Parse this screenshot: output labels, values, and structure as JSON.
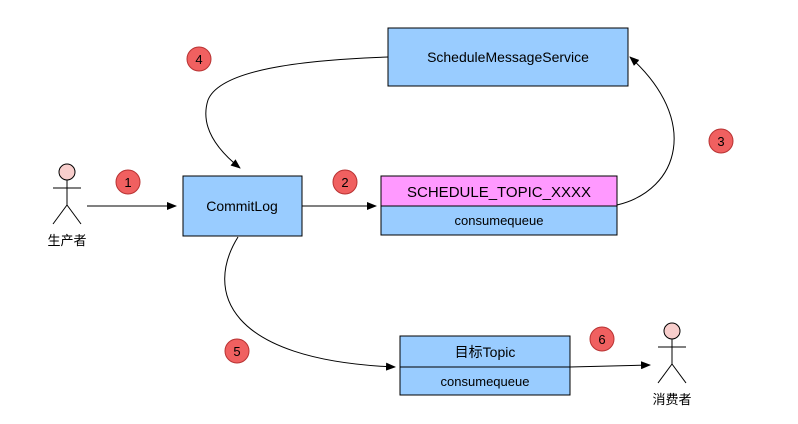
{
  "nodes": {
    "producer": {
      "label": "生产者"
    },
    "consumer": {
      "label": "消费者"
    },
    "commitlog": {
      "label": "CommitLog"
    },
    "schedule_service": {
      "label": "ScheduleMessageService"
    },
    "schedule_topic": {
      "label": "SCHEDULE_TOPIC_XXXX",
      "sub_label": "consumequeue"
    },
    "target_topic": {
      "label": "目标Topic",
      "sub_label": "consumequeue"
    }
  },
  "steps": [
    "1",
    "2",
    "3",
    "4",
    "5",
    "6"
  ],
  "colors": {
    "box_fill": "#99ccff",
    "box_stroke": "#000000",
    "topic_highlight": "#ff99ff",
    "step_fill": "#f06060",
    "step_stroke": "#b83232",
    "actor_head": "#f8cecc",
    "arrow": "#000000"
  }
}
